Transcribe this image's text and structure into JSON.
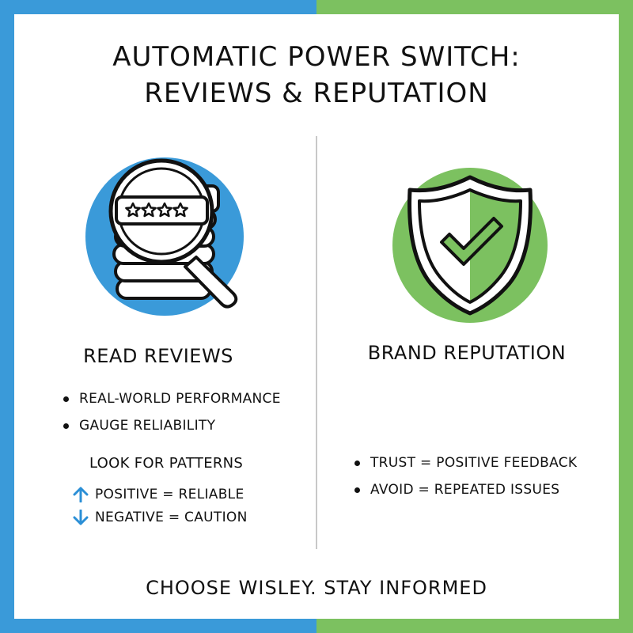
{
  "colors": {
    "left_panel": "#3a9ad9",
    "right_panel": "#7cc160",
    "arrow": "#2b8fd6"
  },
  "title": {
    "line1": "AUTOMATIC POWER SWITCH:",
    "line2": "REVIEWS & REPUTATION"
  },
  "left": {
    "icon": "magnifier-over-review-stack-icon",
    "heading": "READ REVIEWS",
    "bullets": [
      "REAL-WORLD PERFORMANCE",
      "GAUGE RELIABILITY"
    ],
    "patterns_label": "LOOK FOR PATTERNS",
    "patterns": [
      {
        "icon": "arrow-up-icon",
        "text": "POSITIVE = RELIABLE"
      },
      {
        "icon": "arrow-down-icon",
        "text": "NEGATIVE = CAUTION"
      }
    ]
  },
  "right": {
    "icon": "shield-check-icon",
    "heading": "BRAND REPUTATION",
    "bullets": [
      "TRUST = POSITIVE FEEDBACK",
      "AVOID = REPEATED ISSUES"
    ]
  },
  "footer": "CHOOSE WISLEY. STAY INFORMED"
}
